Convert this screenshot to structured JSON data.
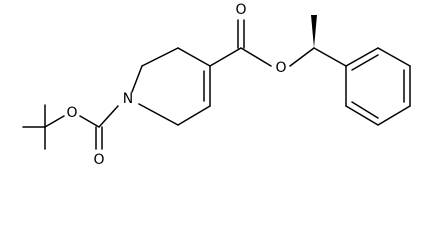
{
  "atoms": {
    "ring_nitrogen": "N",
    "boc_carbonyl_oxygen": "O",
    "boc_ester_oxygen": "O",
    "ester_carbonyl_oxygen": "O",
    "ester_oxygen": "O"
  },
  "colors": {
    "bond": "#000000",
    "label": "#000000",
    "background": "#ffffff"
  }
}
